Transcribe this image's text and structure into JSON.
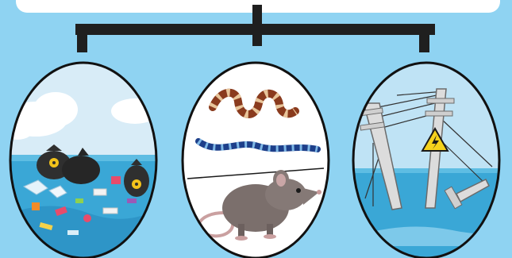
{
  "diagram": {
    "title": "",
    "colors": {
      "background": "#8fd3f2",
      "connector": "#1f1f1f",
      "frame_fill": "#ffffff",
      "frame_stroke": "#111111",
      "water": "#3aa7d6",
      "sky": "#bfe3f5"
    },
    "panels": [
      {
        "id": "ocean-pollution",
        "icons": [
          "garbage-bag-icon",
          "biohazard-icon",
          "plastic-debris-icon",
          "cloud-icon"
        ]
      },
      {
        "id": "flood-animals",
        "icons": [
          "snake-icon",
          "rat-icon"
        ]
      },
      {
        "id": "flooded-power-lines",
        "icons": [
          "utility-pole-icon",
          "high-voltage-warning-icon"
        ]
      }
    ]
  }
}
